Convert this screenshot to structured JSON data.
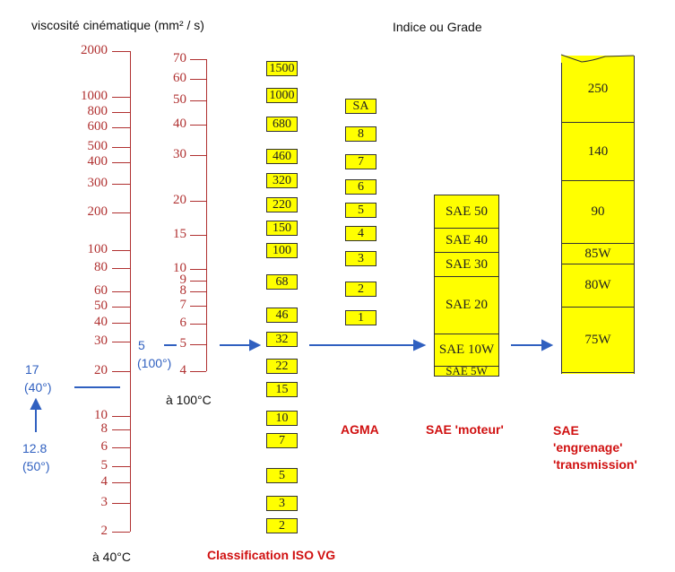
{
  "titles": {
    "viscosity": "viscosité cinématique (mm² / s)",
    "grade": "Indice ou Grade"
  },
  "axis40": {
    "label": "à 40°C",
    "ticks": [
      "2000",
      "1000",
      "800",
      "600",
      "500",
      "400",
      "300",
      "200",
      "100",
      "80",
      "60",
      "50",
      "40",
      "30",
      "20",
      "10",
      "8",
      "6",
      "5",
      "4",
      "3",
      "2"
    ]
  },
  "axis100": {
    "label": "à 100°C",
    "ticks": [
      "70",
      "60",
      "50",
      "40",
      "30",
      "20",
      "15",
      "10",
      "9",
      "8",
      "7",
      "6",
      "5",
      "4"
    ]
  },
  "annotations": {
    "v5": "5",
    "v5_temp": "(100°)",
    "v17": "17",
    "v17_temp": "(40°)",
    "v128": "12.8",
    "v128_temp": "(50°)"
  },
  "iso": {
    "label": "Classification ISO VG",
    "grades": [
      "1500",
      "1000",
      "680",
      "460",
      "320",
      "220",
      "150",
      "100",
      "68",
      "46",
      "32",
      "22",
      "15",
      "10",
      "7",
      "5",
      "3",
      "2"
    ]
  },
  "agma": {
    "label": "AGMA",
    "grades": [
      "SA",
      "8",
      "7",
      "6",
      "5",
      "4",
      "3",
      "2",
      "1"
    ]
  },
  "sae_motor": {
    "label": "SAE 'moteur'",
    "grades": [
      "SAE 50",
      "SAE 40",
      "SAE 30",
      "SAE 20",
      "SAE 10W",
      "SAE 5W"
    ]
  },
  "sae_gear": {
    "label1": "SAE",
    "label2": "'engrenage'",
    "label3": "'transmission'",
    "grades": [
      "250",
      "140",
      "90",
      "85W",
      "80W",
      "75W"
    ]
  },
  "colors": {
    "axis": "#b03030",
    "box": "#ffff00",
    "arrow": "#3060c0",
    "label": "#d01010"
  }
}
